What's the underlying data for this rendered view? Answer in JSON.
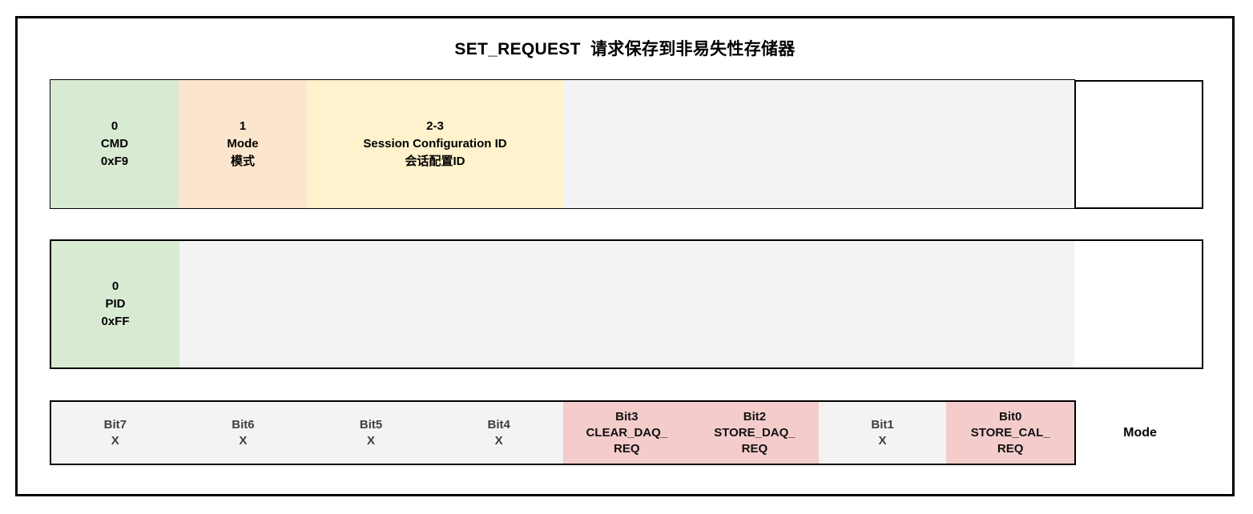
{
  "title": "SET_REQUEST  请求保存到非易失性存储器",
  "byte_row_cmd": {
    "filler_bg": "#f3f3f3",
    "cells": [
      {
        "lines": [
          "0",
          "CMD",
          "0xF9"
        ],
        "bg": "#d9ead3"
      },
      {
        "lines": [
          "1",
          "Mode",
          "模式"
        ],
        "bg": "#fce5cd"
      },
      {
        "lines": [
          "2-3",
          "Session Configuration ID",
          "会话配置ID"
        ],
        "bg": "#fff2cc"
      }
    ]
  },
  "byte_row_pid": {
    "filler_bg": "#f3f3f3",
    "white_bg": "#ffffff",
    "cells": [
      {
        "lines": [
          "0",
          "PID",
          "0xFF"
        ],
        "bg": "#d9ead3"
      }
    ]
  },
  "bit_row": {
    "label": "Mode",
    "cells": [
      {
        "lines": [
          "Bit7",
          "X"
        ],
        "bg": "#f3f3f3",
        "fg": "#3f3f3f"
      },
      {
        "lines": [
          "Bit6",
          "X"
        ],
        "bg": "#f3f3f3",
        "fg": "#3f3f3f"
      },
      {
        "lines": [
          "Bit5",
          "X"
        ],
        "bg": "#f3f3f3",
        "fg": "#3f3f3f"
      },
      {
        "lines": [
          "Bit4",
          "X"
        ],
        "bg": "#f3f3f3",
        "fg": "#3f3f3f"
      },
      {
        "lines": [
          "Bit3",
          "CLEAR_DAQ_",
          "REQ"
        ],
        "bg": "#f4cccc",
        "fg": "#111111"
      },
      {
        "lines": [
          "Bit2",
          "STORE_DAQ_",
          "REQ"
        ],
        "bg": "#f4cccc",
        "fg": "#111111"
      },
      {
        "lines": [
          "Bit1",
          "X"
        ],
        "bg": "#f3f3f3",
        "fg": "#3f3f3f"
      },
      {
        "lines": [
          "Bit0",
          "STORE_CAL_",
          "REQ"
        ],
        "bg": "#f4cccc",
        "fg": "#111111"
      }
    ]
  }
}
